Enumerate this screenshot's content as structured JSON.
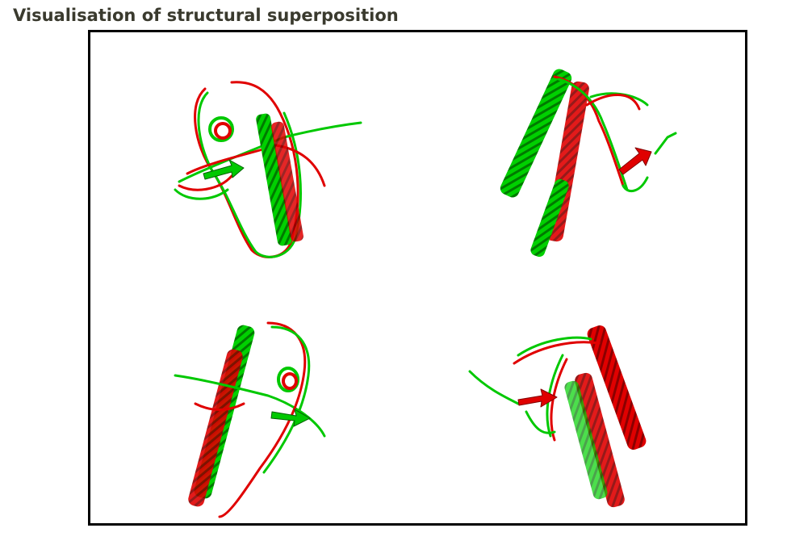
{
  "page": {
    "title": "Visualisation of structural superposition"
  },
  "colors": {
    "structure_a": "#e00000",
    "structure_b": "#00d000",
    "frame": "#000000",
    "title": "#3a3a2e"
  },
  "views": [
    {
      "name": "view-top-left"
    },
    {
      "name": "view-top-right"
    },
    {
      "name": "view-bottom-left"
    },
    {
      "name": "view-bottom-right"
    }
  ]
}
